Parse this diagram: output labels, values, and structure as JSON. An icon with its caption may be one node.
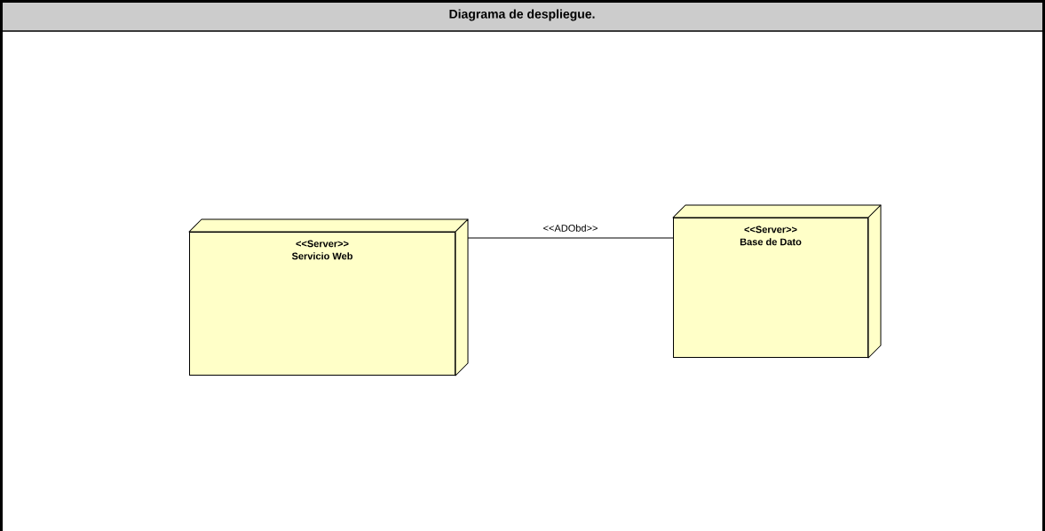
{
  "diagram": {
    "title": "Diagrama de despliegue.",
    "nodes": [
      {
        "text": [
          "<<Server>>",
          "Servicio Web"
        ]
      },
      {
        "text": [
          "<<Server>>",
          "Base de Dato"
        ]
      }
    ],
    "edges": [
      {
        "from": 0,
        "to": 1,
        "arrow": "none",
        "label": "<<ADObd>>"
      }
    ]
  }
}
